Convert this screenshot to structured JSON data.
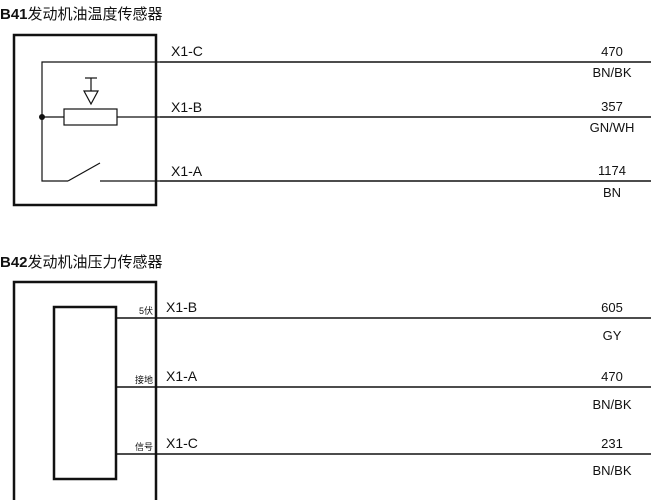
{
  "sensor1": {
    "code": "B41",
    "name": "发动机油温度传感器",
    "pins": [
      {
        "pin": "X1-C",
        "circuit": "470",
        "color": "BN/BK"
      },
      {
        "pin": "X1-B",
        "circuit": "357",
        "color": "GN/WH"
      },
      {
        "pin": "X1-A",
        "circuit": "1174",
        "color": "BN"
      }
    ]
  },
  "sensor2": {
    "code": "B42",
    "name": "发动机油压力传感器",
    "pins": [
      {
        "label": "5伏",
        "pin": "X1-B",
        "circuit": "605",
        "color": "GY"
      },
      {
        "label": "接地",
        "pin": "X1-A",
        "circuit": "470",
        "color": "BN/BK"
      },
      {
        "label": "信号",
        "pin": "X1-C",
        "circuit": "231",
        "color": "BN/BK"
      }
    ]
  }
}
